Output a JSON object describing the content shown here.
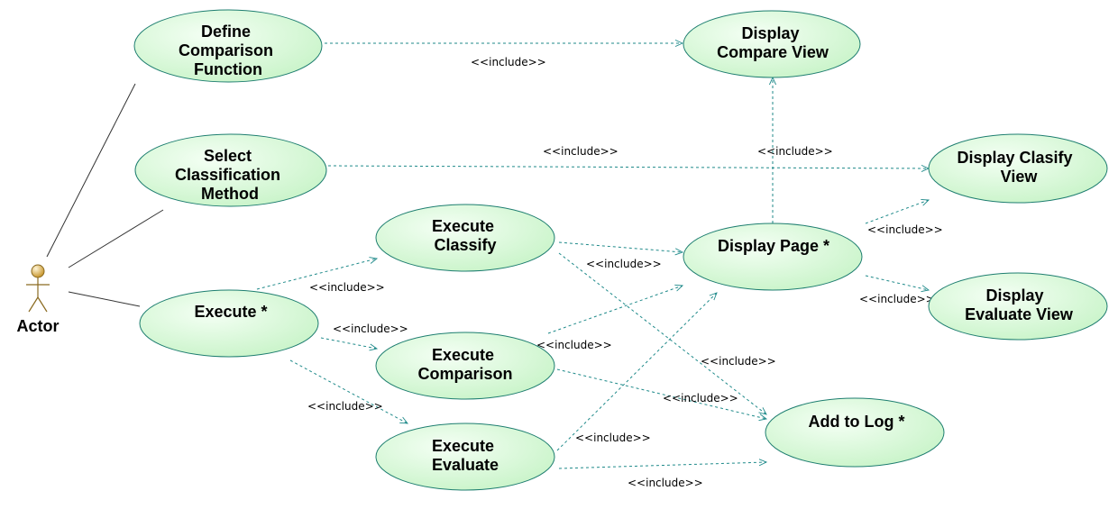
{
  "actor": {
    "name": "Actor",
    "icon": "stick-figure-actor-icon"
  },
  "use_cases": [
    {
      "id": "define-comparison-function",
      "lines": [
        "Define",
        "Comparison",
        "Function"
      ]
    },
    {
      "id": "select-classification-method",
      "lines": [
        "Select",
        "Classification",
        "Method"
      ]
    },
    {
      "id": "execute",
      "lines": [
        "Execute *"
      ]
    },
    {
      "id": "execute-classify",
      "lines": [
        "Execute",
        "Classify"
      ]
    },
    {
      "id": "execute-comparison",
      "lines": [
        "Execute",
        "Comparison"
      ]
    },
    {
      "id": "execute-evaluate",
      "lines": [
        "Execute",
        "Evaluate"
      ]
    },
    {
      "id": "display-compare-view",
      "lines": [
        "Display",
        "Compare View"
      ]
    },
    {
      "id": "display-page",
      "lines": [
        "Display Page *"
      ]
    },
    {
      "id": "display-clasify-view",
      "lines": [
        "Display Clasify",
        "View"
      ]
    },
    {
      "id": "display-evaluate-view",
      "lines": [
        "Display",
        "Evaluate View"
      ]
    },
    {
      "id": "add-to-log",
      "lines": [
        "Add to Log *"
      ]
    }
  ],
  "include_label": "<<include>>",
  "colors": {
    "ellipse_fill_light": "#f2fff2",
    "ellipse_fill_dark": "#c8f5c8",
    "ellipse_stroke": "#1e7e70",
    "dependency": "#1f8a8a",
    "association": "#333333",
    "actor_head": "#d8b060"
  }
}
